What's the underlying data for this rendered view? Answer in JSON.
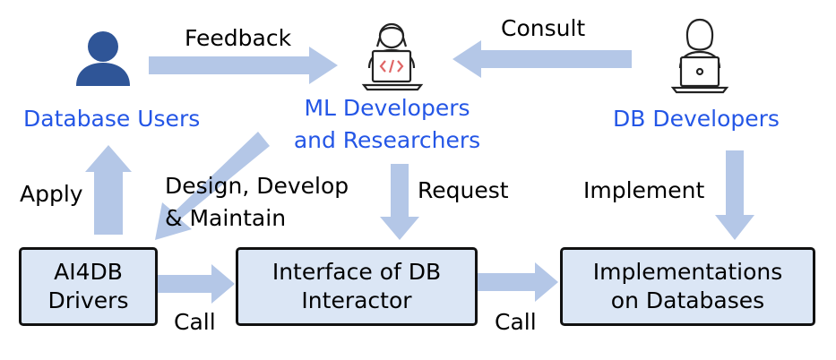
{
  "actors": {
    "users": "Database Users",
    "ml_line1": "ML Developers",
    "ml_line2": "and Researchers",
    "db_devs": "DB Developers"
  },
  "boxes": {
    "drivers_line1": "AI4DB",
    "drivers_line2": "Drivers",
    "interface_line1": "Interface of DB",
    "interface_line2": "Interactor",
    "impl_line1": "Implementations",
    "impl_line2": "on Databases"
  },
  "edges": {
    "feedback": "Feedback",
    "consult": "Consult",
    "apply": "Apply",
    "design_line1": "Design, Develop",
    "design_line2": "& Maintain",
    "request": "Request",
    "implement": "Implement",
    "call_1": "Call",
    "call_2": "Call"
  },
  "icons": {
    "user": "person-icon",
    "ml": "developer-laptop-code-icon",
    "db": "developer-laptop-icon"
  },
  "colors": {
    "arrow": "#b4c7e7",
    "box_fill": "#dbe6f5",
    "role_text": "#2456e6",
    "user_icon": "#2f5597",
    "code_icon": "#e06666"
  }
}
